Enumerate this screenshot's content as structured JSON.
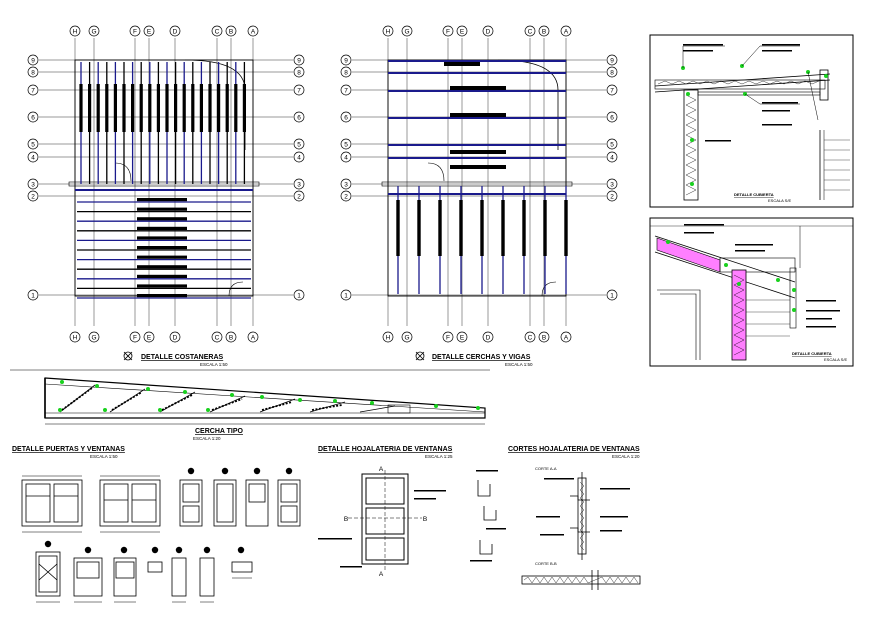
{
  "plan_left": {
    "title": "DETALLE COSTANERAS",
    "scale": "ESCALA 1:50",
    "col_labels": [
      "H",
      "G",
      "F",
      "E",
      "D",
      "C",
      "B",
      "A"
    ],
    "row_labels": [
      "9",
      "8",
      "7",
      "6",
      "5",
      "4",
      "3",
      "2",
      "1"
    ]
  },
  "plan_right": {
    "title": "DETALLE CERCHAS Y VIGAS",
    "scale": "ESCALA 1:50",
    "col_labels": [
      "H",
      "G",
      "F",
      "E",
      "D",
      "C",
      "B",
      "A"
    ],
    "row_labels": [
      "9",
      "8",
      "7",
      "6",
      "5",
      "4",
      "3",
      "2",
      "1"
    ]
  },
  "detail_top": {
    "title": "DETALLE CUBIERTA",
    "scale": "ESCALA S/E"
  },
  "detail_bottom": {
    "title": "DETALLE CUBIERTA",
    "scale": "ESCALA S/E"
  },
  "truss": {
    "title": "CERCHA TIPO",
    "scale": "ESCALA 1:20"
  },
  "doors": {
    "title": "DETALLE PUERTAS Y VENTANAS",
    "scale": "ESCALA 1:50"
  },
  "flashing": {
    "title": "DETALLE HOJALATERIA DE VENTANAS",
    "scale": "ESCALA 1:25",
    "mark_a": "A",
    "mark_b": "B"
  },
  "sections": {
    "title": "CORTES HOJALATERIA DE VENTANAS",
    "scale": "ESCALA 1:20",
    "cut_a": "CORTE A-A",
    "cut_b": "CORTE B-B"
  },
  "colors": {
    "beam": "#1a1a8c",
    "line": "#000000",
    "green": "#19d11e",
    "insulation": "#ff7fff"
  }
}
